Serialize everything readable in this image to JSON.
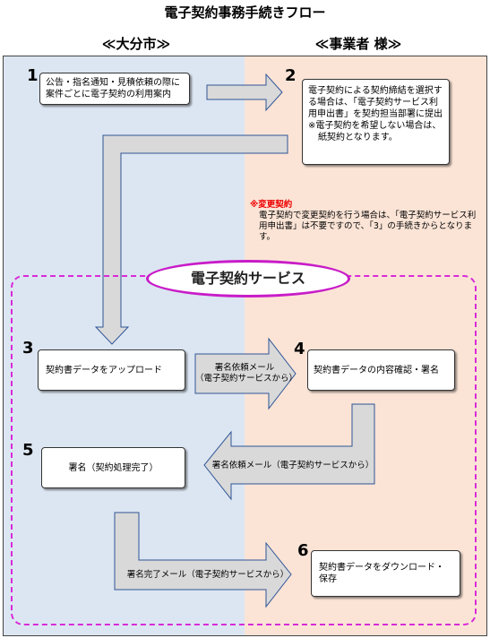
{
  "title": "電子契約事務手続きフロー",
  "columns": {
    "left": "≪大分市≫",
    "right": "≪事業者 様≫"
  },
  "steps": [
    {
      "num": "1",
      "text": "公告・指名通知・見積依頼の際に案件ごとに電子契約の利用案内"
    },
    {
      "num": "2",
      "lines": [
        "電子契約による契約締結を選択する場合は、「電子契約サービス利用申出書」を契約担当部署に提出",
        "※電子契約を希望しない場合は、",
        "紙契約となります。"
      ]
    },
    {
      "num": "3",
      "text": "契約書データをアップロード"
    },
    {
      "num": "4",
      "text": "契約書データの内容確認・署名"
    },
    {
      "num": "5",
      "text": "署名（契約処理完了）"
    },
    {
      "num": "6",
      "text": "契約書データをダウンロード・保存"
    }
  ],
  "note": {
    "mark": "※変更契約",
    "text": "電子契約で変更契約を行う場合は、「電子契約サービス利用申出書」は不要ですので、「3」の手続きからとなります。"
  },
  "service_label": "電子契約サービス",
  "arrow_labels": {
    "a34_line1": "署名依頼メール",
    "a34_line2": "（電子契約サービスから）",
    "a45": "署名依頼メール（電子契約サービスから）",
    "a56": "署名完了メール（電子契約サービスから）"
  },
  "colors": {
    "left_panel": "#dce6f2",
    "right_panel": "#fbe4d6",
    "arrow_fill": "#d9d9d9",
    "arrow_stroke": "#2f5597",
    "service_border": "#c81cc8",
    "note_red": "#e00000"
  }
}
